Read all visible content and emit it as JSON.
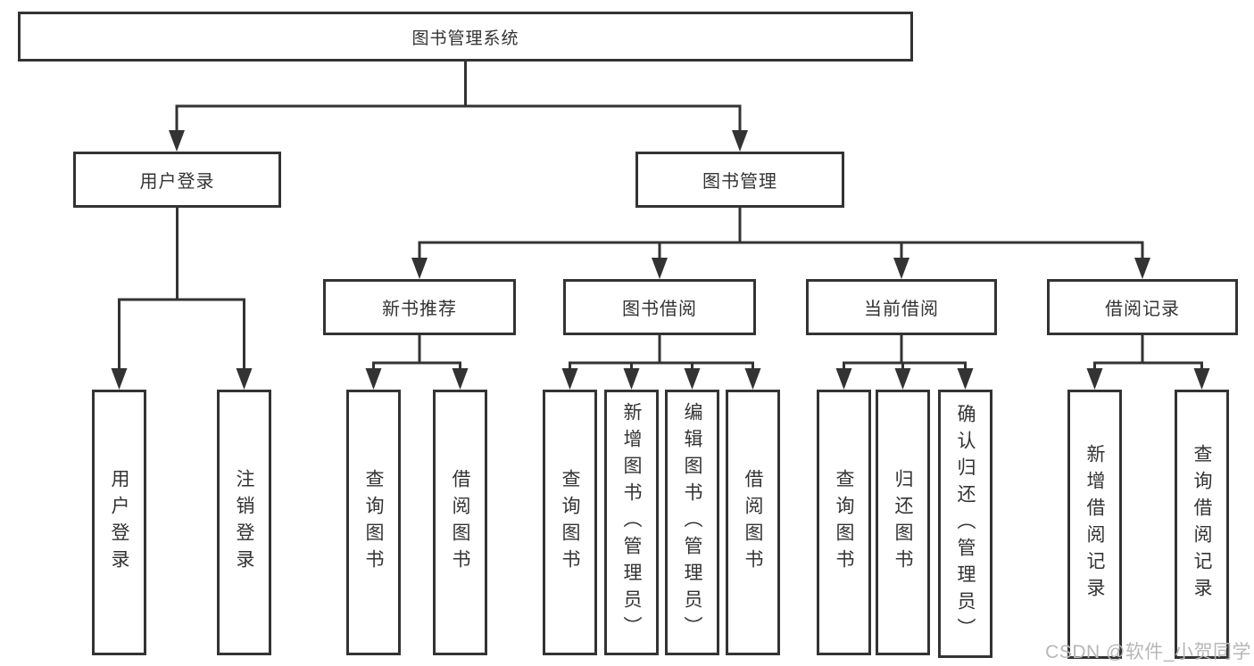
{
  "diagram": {
    "tree": {
      "label": "图书管理系统",
      "children": [
        {
          "label": "用户登录",
          "children": [
            {
              "label": "用户登录"
            },
            {
              "label": "注销登录"
            }
          ]
        },
        {
          "label": "图书管理",
          "children": [
            {
              "label": "新书推荐",
              "children": [
                {
                  "label": "查询图书"
                },
                {
                  "label": "借阅图书"
                }
              ]
            },
            {
              "label": "图书借阅",
              "children": [
                {
                  "label": "查询图书"
                },
                {
                  "label": "新增图书（管理员）"
                },
                {
                  "label": "编辑图书（管理员）"
                },
                {
                  "label": "借阅图书"
                }
              ]
            },
            {
              "label": "当前借阅",
              "children": [
                {
                  "label": "查询图书"
                },
                {
                  "label": "归还图书"
                },
                {
                  "label": "确认归还（管理员）"
                }
              ]
            },
            {
              "label": "借阅记录",
              "children": [
                {
                  "label": "新增借阅记录"
                },
                {
                  "label": "查询借阅记录"
                }
              ]
            }
          ]
        }
      ]
    }
  },
  "watermark": {
    "text": "CSDN @软件_小贺同学"
  },
  "colors": {
    "line": "#333333",
    "border": "#333333",
    "text": "#333333",
    "watermark": "#b7b7b7",
    "background": "#ffffff"
  }
}
